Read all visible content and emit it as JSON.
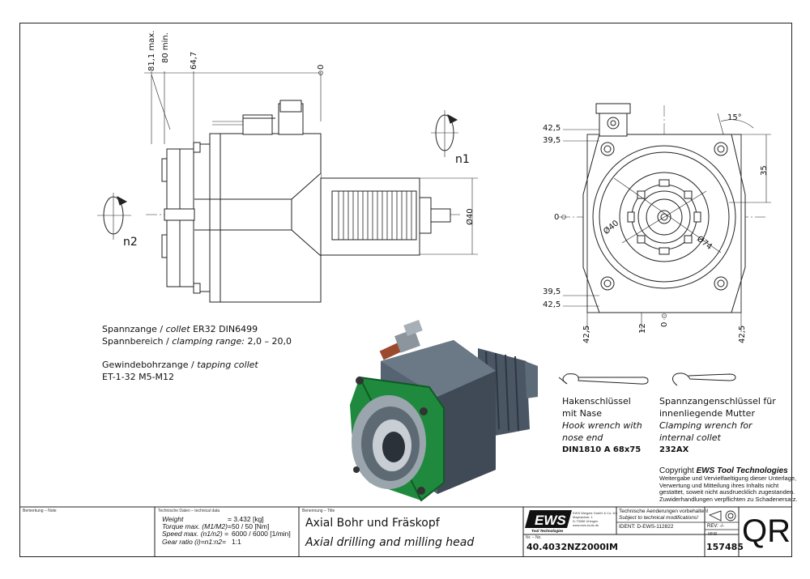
{
  "dims": {
    "side": {
      "d1": "81,1 max.",
      "d2": "80 min.",
      "d3": "64,7",
      "zero": "0",
      "dia40": "Ø40"
    },
    "front": {
      "y425_top": "42,5",
      "y395_top": "39,5",
      "y0": "0",
      "y395_bot": "39,5",
      "y425_bot": "42,5",
      "d35": "35",
      "angle": "15°",
      "dia40": "Ø40",
      "dia74": "Ø74",
      "x425_l": "42,5",
      "x12": "12",
      "x0": "0",
      "x425_r": "42,5"
    },
    "rot1": "n1",
    "rot2": "n2"
  },
  "collet": {
    "line1_a": "Spannzange /",
    "line1_b": "collet",
    "line1_c": "ER32   DIN6499",
    "line2_a": "Spannbereich /",
    "line2_b": "clamping range:",
    "line2_c": "2,0 – 20,0",
    "line3_a": "Gewindebohrzange /",
    "line3_b": "tapping collet",
    "line4": "ET-1-32   M5-M12"
  },
  "wrench1": {
    "de1": "Hakenschlüssel",
    "de2": "mit Nase",
    "en1": "Hook wrench with",
    "en2": "nose end",
    "code": "DIN1810 A 68x75"
  },
  "wrench2": {
    "de1": "Spannzangenschlüssel für",
    "de2": "innenliegende Mutter",
    "en1": "Clamping wrench for",
    "en2": "internal collet",
    "code": "232AX"
  },
  "copyright": {
    "title_a": "Copyright ",
    "title_b": "EWS Tool Technologies",
    "l1": "Weitergabe und Vervielfaeltigung dieser Unterlage,",
    "l2": "Verwertung und Mitteilung ihres Inhalts nicht",
    "l3": "gestattet, soweit nicht ausdruecklich zugestanden.",
    "l4": "Zuwiderhandlungen verpflichten zu Schadenersatz."
  },
  "titleblock": {
    "remark_label": "Bemerkung – Note",
    "tech_label": "Technische Daten – technical data",
    "weight_k": "Weight",
    "weight_v": "= 3.432 [kg]",
    "torque_k": "Torque max. (M1/M2)=",
    "torque_v": "50 / 50 [Nm]",
    "speed_k": "Speed max.  (n1/n2) =",
    "speed_v": "6000 / 6000 [1/min]",
    "ratio_k": "Gear ratio  (i)=n1:n2=",
    "ratio_v": "1:1",
    "name_label": "Benennung – Title",
    "title_de": "Axial Bohr und Fräskopf",
    "title_en": "Axial drilling and milling head",
    "logo": "EWS",
    "logo_sub": "Tool Technologies",
    "addr1": "EWS Weigele GmbH & Co. KG",
    "addr2": "Maybachstr. 1",
    "addr3": "D-73066 Uhingen",
    "addr4": "www.ews-tools.de",
    "change1": "Technische Aenderungen vorbehalten!",
    "change2": "Subject to technical modifications!",
    "ident": "IDENT:  D-EWS-112822",
    "rev": "REV:  -/-",
    "nr_label": "Nr. – No.",
    "nr": "40.4032NZ2000IM",
    "mnr_label": "MNR",
    "mnr": "157485",
    "qr": "QR"
  }
}
